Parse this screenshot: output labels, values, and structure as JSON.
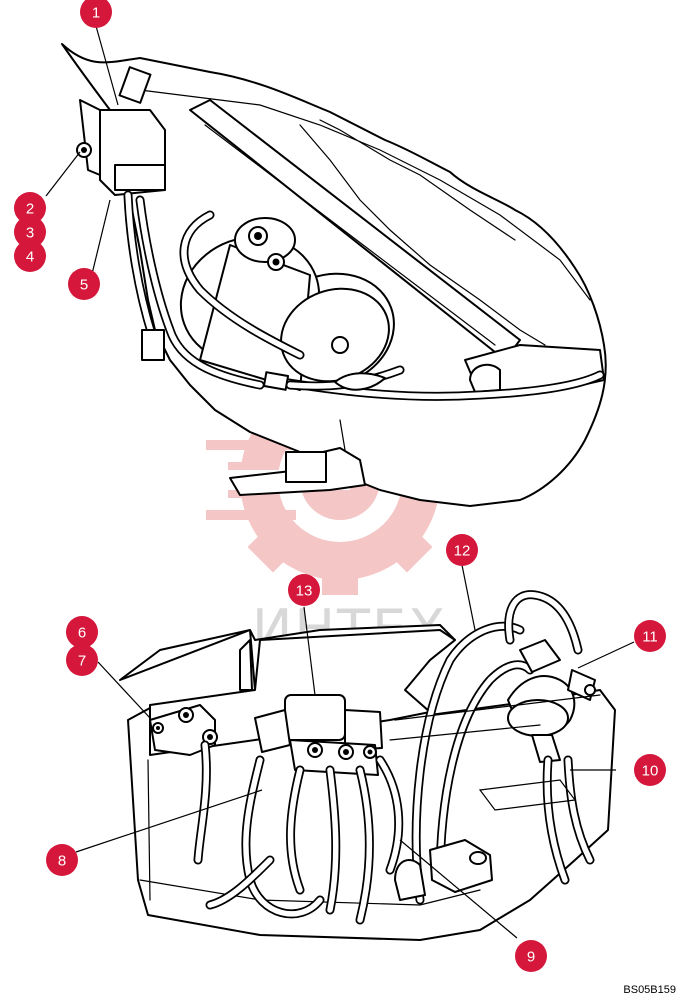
{
  "figure": {
    "code": "BS05B159",
    "watermark": "ИНТЕХ"
  },
  "callouts": [
    {
      "id": "c1",
      "label": "1"
    },
    {
      "id": "c2",
      "label": "2"
    },
    {
      "id": "c3",
      "label": "3"
    },
    {
      "id": "c4",
      "label": "4"
    },
    {
      "id": "c5",
      "label": "5"
    },
    {
      "id": "c6",
      "label": "6"
    },
    {
      "id": "c7",
      "label": "7"
    },
    {
      "id": "c8",
      "label": "8"
    },
    {
      "id": "c9",
      "label": "9"
    },
    {
      "id": "c10",
      "label": "10"
    },
    {
      "id": "c11",
      "label": "11"
    },
    {
      "id": "c12",
      "label": "12"
    },
    {
      "id": "c13",
      "label": "13"
    }
  ],
  "colors": {
    "callout": "#d4173a",
    "watermark": "#f4c0c0",
    "ink": "#000000"
  }
}
